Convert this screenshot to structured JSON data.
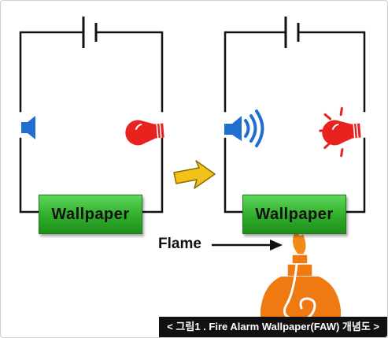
{
  "diagram": {
    "left_circuit": {
      "box_label": "Wallpaper",
      "speaker_state": "silent",
      "bulb_state": "off"
    },
    "right_circuit": {
      "box_label": "Wallpaper",
      "speaker_state": "sounding",
      "bulb_state": "flashing"
    },
    "flame_label": "Flame",
    "caption": "< 그림1 . Fire Alarm Wallpaper(FAW) 개념도 >",
    "icons": [
      "battery-icon",
      "speaker-icon",
      "bulb-icon",
      "arrow-icon",
      "alcohol-lamp-icon"
    ],
    "colors": {
      "wire": "#111111",
      "wallpaper_box": "#3fbf3a",
      "speaker": "#1f6fd1",
      "bulb": "#e8231f",
      "arrow": "#f2c21b",
      "lamp": "#f07a12",
      "caption_bg": "#111111",
      "caption_text": "#ffffff"
    }
  }
}
